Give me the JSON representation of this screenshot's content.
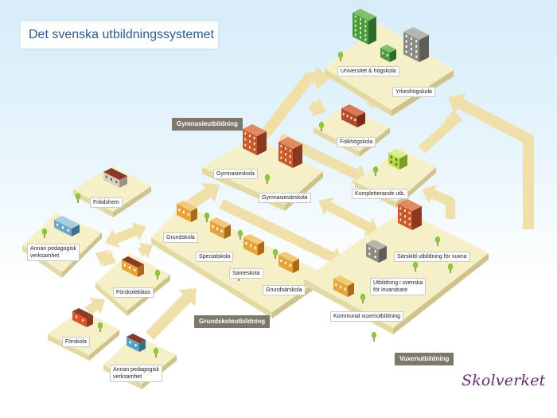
{
  "title": "Det svenska utbildningssystemet",
  "sections": {
    "gymnasieutbildning": "Gymnasieutbildning",
    "grundskoleutbildning": "Grundskoleutbildning",
    "vuxenutbildning": "Vuxenutbildning"
  },
  "labels": {
    "universitet": "Universitet & högskola",
    "yrkeshogskola": "Yrkeshögskola",
    "folkhogskola": "Folkhögskola",
    "kompletterande": "Kompletterande utb.",
    "gymnasieskola": "Gymnasieskola",
    "gymnasiesarskola": "Gymnasiesärskola",
    "fritidshem": "Fritidshem",
    "annan_ped_1": [
      "Annan pedagogisk",
      "verksamhet"
    ],
    "grundskola": "Grundskola",
    "specialskola": "Specialskola",
    "sameskola": "Sameskola",
    "grundsarskola": "Grundsärskola",
    "forskoleklass": "Förskoleklass",
    "forskola": "Förskola",
    "annan_ped_2": [
      "Annan pedagogisk",
      "verksamhet"
    ],
    "sarskild": "Särskild utbildning för vuxna",
    "sfi": [
      "Utbildning i svenska",
      "för invandrare"
    ],
    "kommunal": "Kommunal vuxenutbildning"
  },
  "logo": "Skolverket",
  "colors": {
    "platform_top": "#f6f0c8",
    "platform_left": "#e3d9a4",
    "platform_right": "#cfc38d",
    "arrow": "#f0dfa8",
    "section_tag": "#7d776c",
    "title_text": "#2d5b87",
    "logo": "#6a2c73",
    "brick": "#c65a2e",
    "school_yellow": "#e8a33a",
    "green_building": "#4c9a3c",
    "tree": "#8cc63f"
  }
}
